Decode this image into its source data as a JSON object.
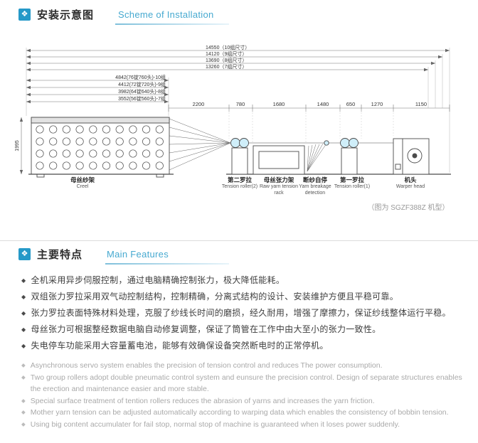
{
  "glyphs": {
    "section_icon": "❖",
    "bullet": "◆"
  },
  "colors": {
    "accent": "#2599c8",
    "subtitle": "#46a9d0",
    "roller_fill": "#cfeef9"
  },
  "section1": {
    "title_cn": "安装示意图",
    "title_en": "Scheme of Installation"
  },
  "section2": {
    "title_cn": "主要特点",
    "title_en": "Main Features"
  },
  "diagram": {
    "top_dims": [
      "14550（10组尺寸）",
      "14120（9组尺寸）",
      "13690（8组尺寸）",
      "13260（7组尺寸）"
    ],
    "creel_dims": [
      "4842(76锭760头)-10组",
      "4412(72锭720头)-9组",
      "3982(64锭640头)-8组",
      "3552(56锭560头)-7组"
    ],
    "segment_dims": [
      "2200",
      "780",
      "1680",
      "1480",
      "650",
      "1270",
      "1150"
    ],
    "height_dim": "1995",
    "units": [
      {
        "cn": "母丝纱架",
        "en": "Creel"
      },
      {
        "cn": "第二罗拉",
        "en": "Tension roller(2)"
      },
      {
        "cn": "母丝张力架",
        "en": "Raw yarn tension rack"
      },
      {
        "cn": "断纱自停",
        "en": "Yarn breakage detection"
      },
      {
        "cn": "第一罗拉",
        "en": "Tension roller(1)"
      },
      {
        "cn": "机头",
        "en": "Warper head"
      }
    ],
    "note": "（图为 SGZF388Z 机型）"
  },
  "features_cn": [
    "全机采用异步伺服控制，通过电脑精确控制张力，极大降低能耗。",
    "双组张力罗拉采用双气动控制结构，控制精确，分离式结构的设计、安装维护方便且平稳可靠。",
    "张力罗拉表面特殊材料处理，克服了纱线长时间的磨损，经久耐用，增强了摩擦力，保证纱线整体运行平稳。",
    "母丝张力可根据整经数据电脑自动修复调整，保证了筒管在工作中由大至小的张力一致性。",
    "失电停车功能采用大容量蓄电池，能够有效确保设备突然断电时的正常停机。"
  ],
  "features_en": [
    "Asynchronous servo system enables the precision of tension control and reduces The power consumption.",
    "Two group rollers adopt double pneumatic control system and eunsure the precision control. Design of separate structures enables the erection and maintenance easier and more stable.",
    "Special surface treatment of tention rollers reduces the abrasion of yarns and increases the yarn friction.",
    "Mother yarn tension can be adjusted automatically according to warping data which enables the consistency of bobbin tension.",
    "Using big content accumulater for fail stop, normal stop of machine is guaranteed when it loses power suddenly."
  ]
}
